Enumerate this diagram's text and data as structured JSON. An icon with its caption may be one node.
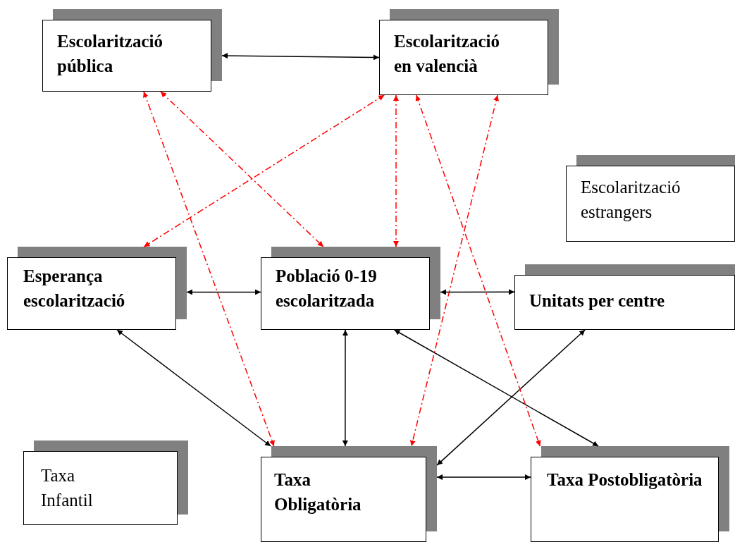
{
  "diagram": {
    "nodes": [
      {
        "text": [
          "Escolarització pública"
        ]
      },
      {
        "text": [
          "Escolarització en valencià"
        ]
      },
      {
        "text": [
          "Escolarització estrangers"
        ]
      },
      {
        "text": [
          "Esperança escolarització"
        ]
      },
      {
        "text": [
          "Població 0-19 escolaritzada"
        ]
      },
      {
        "text": [
          "Unitats per centre"
        ]
      },
      {
        "text": [
          "Taxa Infantil"
        ]
      },
      {
        "text": [
          "Taxa Obligatòria"
        ]
      },
      {
        "text": [
          "Taxa Postobligatòria"
        ]
      }
    ],
    "edges": [
      {
        "from": 0,
        "to": 1,
        "arrow": "both"
      },
      {
        "from": 3,
        "to": 4,
        "arrow": "both"
      },
      {
        "from": 4,
        "to": 5,
        "arrow": "both"
      },
      {
        "from": 3,
        "to": 7,
        "arrow": "both"
      },
      {
        "from": 4,
        "to": 7,
        "arrow": "both"
      },
      {
        "from": 4,
        "to": 8,
        "arrow": "both"
      },
      {
        "from": 5,
        "to": 7,
        "arrow": "both"
      },
      {
        "from": 7,
        "to": 8,
        "arrow": "both"
      },
      {
        "from": 0,
        "to": 7,
        "arrow": "both",
        "style": "dashed",
        "color": "#ff0000"
      },
      {
        "from": 0,
        "to": 4,
        "arrow": "both",
        "style": "dashed",
        "color": "#ff0000"
      },
      {
        "from": 1,
        "to": 3,
        "arrow": "both",
        "style": "dashed",
        "color": "#ff0000"
      },
      {
        "from": 1,
        "to": 4,
        "arrow": "both",
        "style": "dashed",
        "color": "#ff0000"
      },
      {
        "from": 1,
        "to": 7,
        "arrow": "both",
        "style": "dashed",
        "color": "#ff0000"
      },
      {
        "from": 1,
        "to": 8,
        "arrow": "both",
        "style": "dashed",
        "color": "#ff0000"
      }
    ]
  }
}
